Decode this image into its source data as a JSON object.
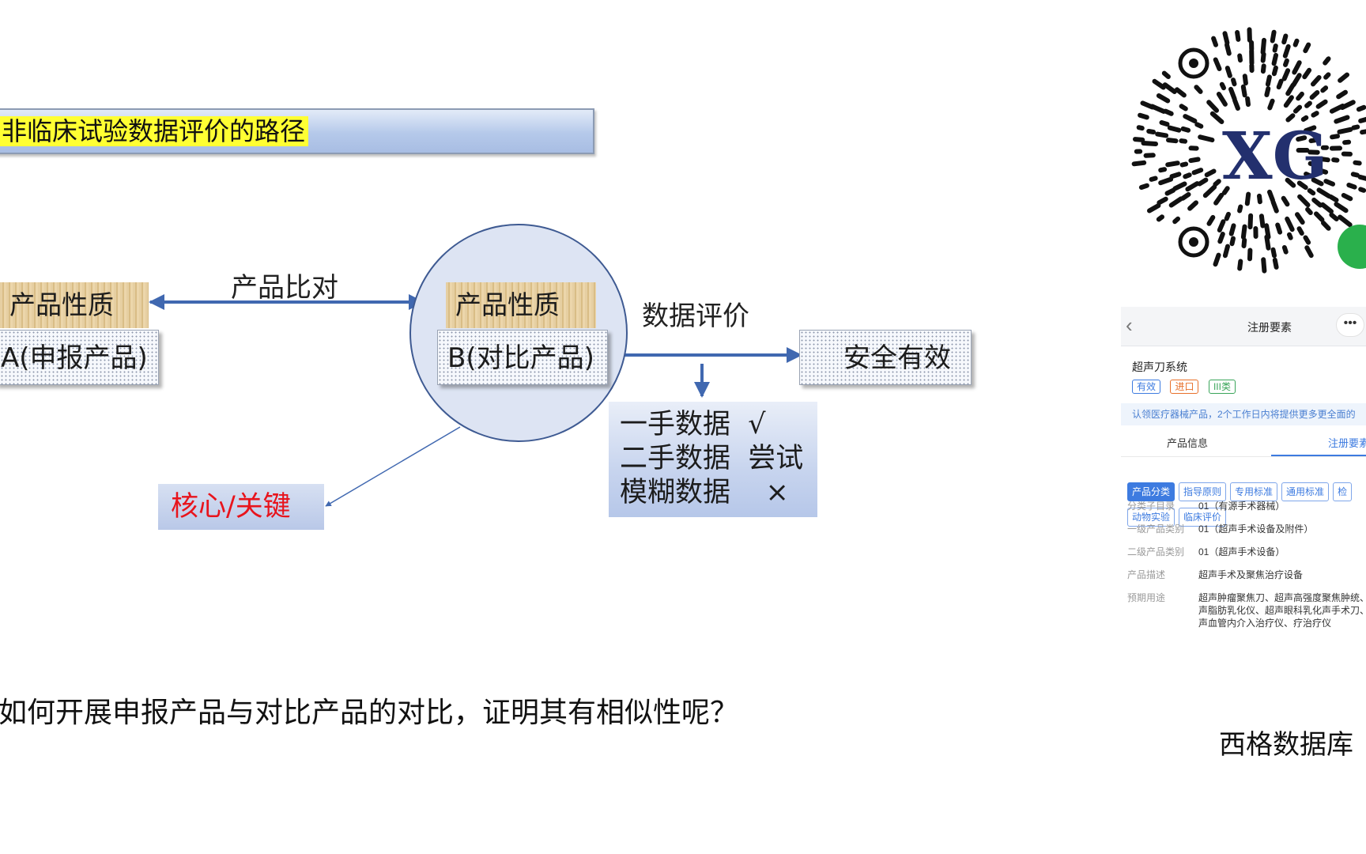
{
  "slide": {
    "title": "非临床试验数据评价的路径",
    "product_nature_left": "产品性质",
    "product_a": "A(申报产品)",
    "compare_label": "产品比对",
    "product_nature_circle": "产品性质",
    "product_b": "B(对比产品)",
    "data_eval_label": "数据评价",
    "safe_effective": "安全有效",
    "data_rows": [
      "一手数据  √",
      "二手数据  尝试",
      "模糊数据    ×"
    ],
    "core_key": "核心/关键",
    "question": "如何开展申报产品与对比产品的对比，证明其有相似性呢？"
  },
  "panel": {
    "qr_logo_text": "XG",
    "nav_title": "注册要素",
    "nav_more": "•••",
    "product_name": "超声刀系统",
    "tags": [
      {
        "label": "有效",
        "color": "#3d7be0"
      },
      {
        "label": "进口",
        "color": "#e8702a"
      },
      {
        "label": "III类",
        "color": "#3aa55a"
      }
    ],
    "notice": "认领医疗器械产品，2个工作日内将提供更多更全面的",
    "tabs": [
      "产品信息",
      "注册要素"
    ],
    "chips": [
      "产品分类",
      "指导原则",
      "专用标准",
      "通用标准",
      "检",
      "动物实验",
      "临床评价"
    ],
    "fields": [
      {
        "k": "分类子目录",
        "v": "01（有源手术器械）"
      },
      {
        "k": "一级产品类别",
        "v": "01（超声手术设备及附件）"
      },
      {
        "k": "二级产品类别",
        "v": "01（超声手术设备）"
      },
      {
        "k": "产品描述",
        "v": "超声手术及聚焦治疗设备"
      },
      {
        "k": "预期用途",
        "v": "超声肿瘤聚焦刀、超声高强度聚焦肿统、超声脂肪乳化仪、超声眼科乳化声手术刀、超声血管内介入治疗仪、疗治疗仪"
      }
    ],
    "caption": "西格数据库"
  },
  "colors": {
    "accent_blue": "#3d7be0",
    "core_red": "#e8141c",
    "highlight_yellow": "#ffff33",
    "arrow_blue": "#4068b0"
  }
}
